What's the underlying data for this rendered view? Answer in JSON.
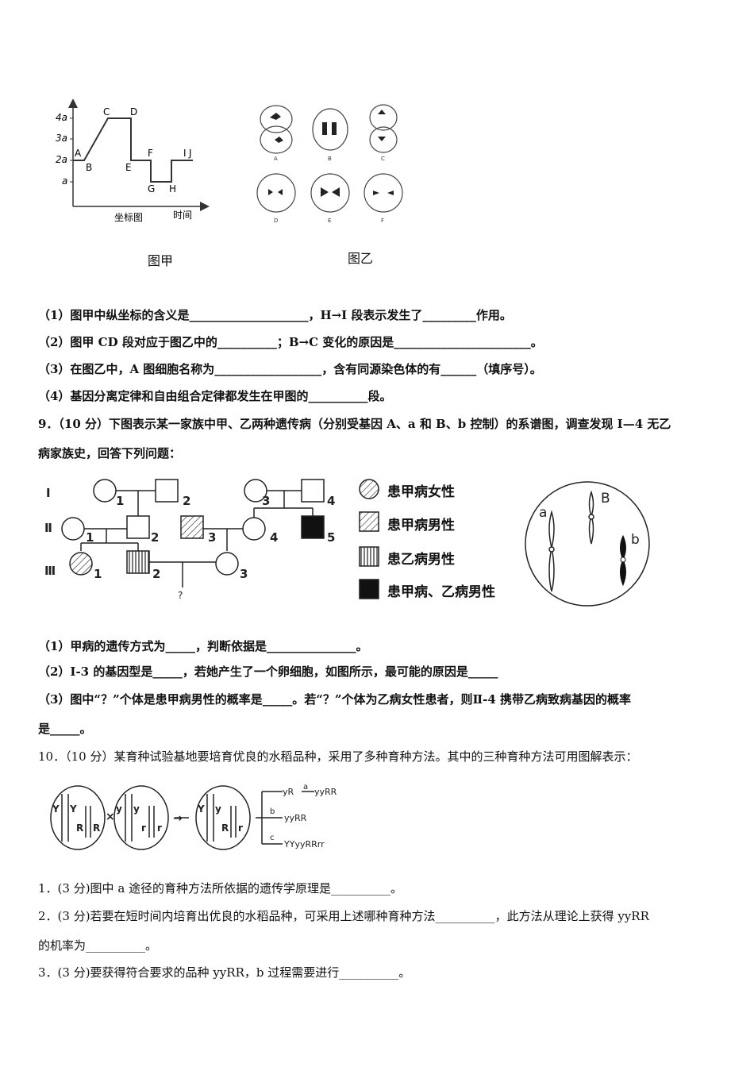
{
  "fig_jia": {
    "y_ticks": [
      "4a",
      "3a",
      "2a",
      "a"
    ],
    "points": [
      "A",
      "B",
      "C",
      "D",
      "E",
      "F",
      "G",
      "H",
      "I",
      "J"
    ],
    "axis_caption": "坐标图",
    "x_label": "时间",
    "caption": "图甲"
  },
  "fig_yi": {
    "cells": [
      "A",
      "B",
      "C",
      "D",
      "E",
      "F"
    ],
    "caption": "图乙"
  },
  "q8": {
    "l1": "（1）图甲中纵坐标的含义是____________________，H→I 段表示发生了_________作用。",
    "l2": "（2）图甲 CD 段对应于图乙中的__________；B→C 变化的原因是_______________________。",
    "l3": "（3）在图乙中，A 图细胞名称为__________________，含有同源染色体的有______（填序号）。",
    "l4": "（4）基因分离定律和自由组合定律都发生在甲图的__________段。"
  },
  "q9": {
    "stem1": "9．（10 分）下图表示某一家族中甲、乙两种遗传病（分别受基因 A、a 和 B、b 控制）的系谱图，调查发现 Ⅰ—4 无乙",
    "stem2": "病家族史，回答下列问题：",
    "gen_labels": [
      "Ⅰ",
      "Ⅱ",
      "Ⅲ"
    ],
    "ind": {
      "i1": "1",
      "i2": "2",
      "i3": "3",
      "i4": "4",
      "ii1": "1",
      "ii2": "2",
      "ii3": "3",
      "ii4": "4",
      "ii5": "5",
      "iii1": "1",
      "iii2": "2",
      "iii3": "3",
      "unknown": "?"
    },
    "legend": [
      "患甲病女性",
      "患甲病男性",
      "患乙病男性",
      "患甲病、乙病男性"
    ],
    "cell_labels": {
      "a": "a",
      "B": "B",
      "b": "b"
    },
    "l1": "（1）甲病的遗传方式为_____，判断依据是_______________。",
    "l2": "（2）Ⅰ-3 的基因型是_____，若她产生了一个卵细胞，如图所示，最可能的原因是_____",
    "l3": "（3）图中“？”个体是患甲病男性的概率是_____。若“？”个体为乙病女性患者，则Ⅱ-4 携带乙病致病基因的概率",
    "l4": "是_____。"
  },
  "q10": {
    "stem": "10．（10 分）某育种试验基地要培育优良的水稻品种，采用了多种育种方法。其中的三种育种方法可用图解表示：",
    "diagram": {
      "c1_labels": [
        "Y",
        "Y",
        "R",
        "R"
      ],
      "c2_labels": [
        "y",
        "y",
        "r",
        "r"
      ],
      "c3_labels": [
        "Y",
        "y",
        "R",
        "r"
      ],
      "times": "×",
      "arrow": "→",
      "branch_a_label": "a",
      "branch_b_label": "b",
      "branch_c_label": "c",
      "out_a1": "yR",
      "out_a2": "yyRR",
      "out_b": "yyRR",
      "out_c": "YYyyRRrr"
    },
    "s1": "1．(3 分)图中 a 途径的育种方法所依据的遗传学原理是__________。",
    "s2a": "2．(3 分)若要在短时间内培育出优良的水稻品种，可采用上述哪种育种方法__________，此方法从理论上获得 yyRR",
    "s2b": "的机率为__________。",
    "s3": "3．(3 分)要获得符合要求的品种 yyRR，b 过程需要进行__________。"
  }
}
